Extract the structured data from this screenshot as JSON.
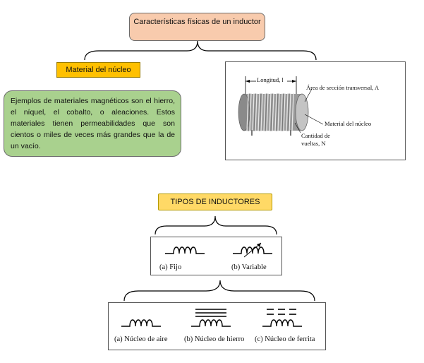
{
  "top": {
    "title": "Características físicas de un inductor",
    "core_label": "Material del núcleo",
    "core_description": "Ejemplos de materiales magnéticos son el hierro, el níquel, el cobalto, o aleaciones. Estos materiales tienen permeabilidades que son cientos o miles de veces más grandes que la de un vacío.",
    "figure": {
      "length_label": "Longitud, l",
      "area_label": "Área de sección transversal, A",
      "core_material_label": "Material del núcleo",
      "turns_label_line1": "Cantidad de",
      "turns_label_line2": "vueltas, N"
    }
  },
  "types": {
    "title": "TIPOS DE INDUCTORES",
    "row1": [
      {
        "label": "(a) Fijo",
        "icon": "fixed-inductor-icon"
      },
      {
        "label": "(b) Variable",
        "icon": "variable-inductor-icon"
      }
    ],
    "row2": [
      {
        "label": "(a) Núcleo de aire",
        "icon": "air-core-inductor-icon"
      },
      {
        "label": "(b) Núcleo de hierro",
        "icon": "iron-core-inductor-icon"
      },
      {
        "label": "(c) Núcleo de ferrita",
        "icon": "ferrite-core-inductor-icon"
      }
    ]
  }
}
